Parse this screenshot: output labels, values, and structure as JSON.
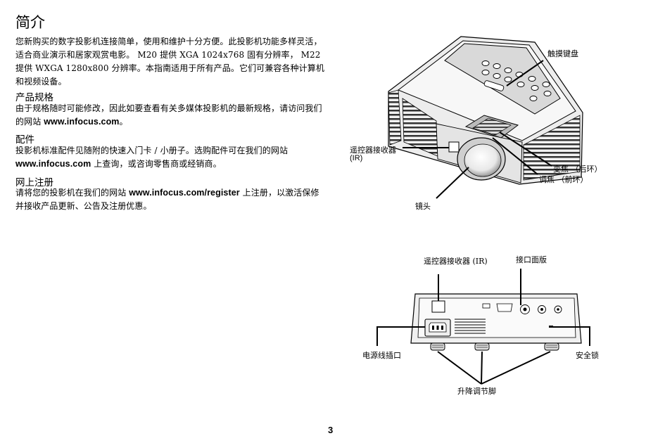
{
  "page": {
    "title": "简介",
    "page_number": "3"
  },
  "intro": {
    "text": "您新购买的数字投影机连接简单，使用和维护十分方便。此投影机功能多样灵活，适合商业演示和居家观赏电影。 M20 提供 XGA 1024x768 固有分辨率， M22 提供 WXGA 1280x800 分辨率。本指南适用于所有产品。它们可兼容各种计算机和视频设备。"
  },
  "sections": [
    {
      "heading": "产品规格",
      "text_before": "由于规格随时可能修改，因此如要查看有关多媒体投影机的最新规格，请访问我们的网站 ",
      "link": "www.infocus.com",
      "text_after": "。"
    },
    {
      "heading": "配件",
      "text_before": "投影机标准配件见随附的快速入门卡 / 小册子。选购配件可在我们的网站 ",
      "link": "www.infocus.com",
      "text_after": " 上查询，或咨询零售商或经销商。"
    },
    {
      "heading": "网上注册",
      "text_before": "请将您的投影机在我们的网站 ",
      "link": "www.infocus.com/register",
      "text_after": " 上注册，以激活保修并接收产品更新、公告及注册优惠。"
    }
  ],
  "figure_top": {
    "keypad": "触摸键盘",
    "ir_receiver_line1": "遥控器接收器",
    "ir_receiver_line2": "(IR)",
    "zoom": "变焦 （后环）",
    "focus": "调焦 （前环）",
    "lens": "镜头"
  },
  "figure_bottom": {
    "ir_receiver": "遥控器接收器 (IR)",
    "connector_panel": "接口面版",
    "power_socket": "电源线插口",
    "security_lock": "安全锁",
    "elevator_feet": "升降调节脚"
  },
  "colors": {
    "ink": "#000000",
    "body_gray": "#e6e6e6",
    "dark_gray": "#555555"
  }
}
